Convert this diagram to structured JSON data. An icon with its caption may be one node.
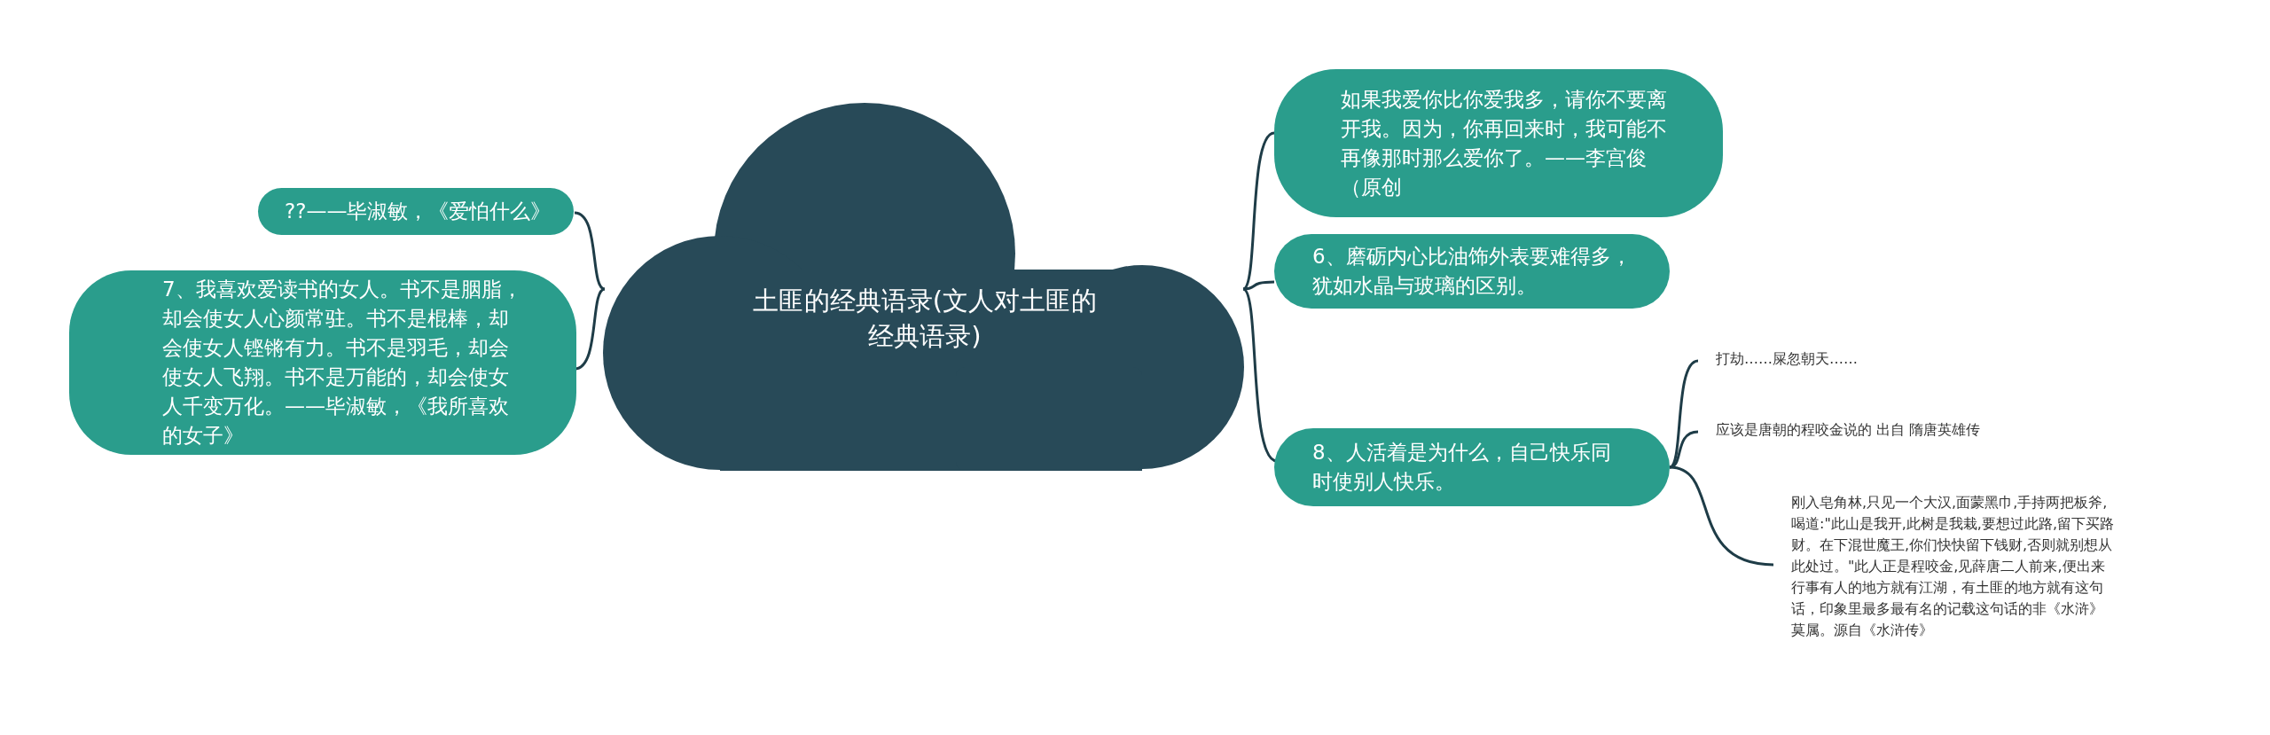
{
  "diagram": {
    "nodes": [
      {
        "text": [
          "土匪的经典语录(文人对土匪的经典语录)"
        ]
      },
      {
        "text": [
          "??——毕淑敏，《爱怕什么》"
        ]
      },
      {
        "text": [
          "7、我喜欢爱读书的女人。书不是胭脂，却会使女人心颜常驻。书不是棍棒，却会使女人铿锵有力。书不是羽毛，却会使女人飞翔。书不是万能的，却会使女人千变万化。——毕淑敏，《我所喜欢的女子》"
        ]
      },
      {
        "text": [
          "如果我爱你比你爱我多，请你不要离开我。因为，你再回来时，我可能不再像那时那么爱你了。——李宫俊（原创"
        ]
      },
      {
        "text": [
          "6、磨砺内心比油饰外表要难得多，犹如水晶与玻璃的区别。"
        ]
      },
      {
        "text": [
          "8、人活着是为什么，自己快乐同时使别人快乐。"
        ]
      },
      {
        "text": [
          "打劫……屎忽朝天……"
        ]
      },
      {
        "text": [
          "应该是唐朝的程咬金说的  出自  隋唐英雄传"
        ]
      },
      {
        "text": [
          "刚入皂角林,只见一个大汉,面蒙黑巾,手持两把板斧,喝道:\"此山是我开,此树是我栽,要想过此路,留下买路财。在下混世魔王,你们快快留下钱财,否则就别想从此处过。\"此人正是程咬金,见薛唐二人前来,便出来行事有人的地方就有江湖，有土匪的地方就有这句话，印象里最多最有名的记载这句话的非《水浒》莫属。源自《水浒传》"
        ]
      }
    ],
    "edges": [
      {
        "from": 0,
        "to": 1,
        "arrow": "none"
      },
      {
        "from": 0,
        "to": 2,
        "arrow": "none"
      },
      {
        "from": 0,
        "to": 3,
        "arrow": "none"
      },
      {
        "from": 0,
        "to": 4,
        "arrow": "none"
      },
      {
        "from": 0,
        "to": 5,
        "arrow": "none"
      },
      {
        "from": 5,
        "to": 6,
        "arrow": "none"
      },
      {
        "from": 5,
        "to": 7,
        "arrow": "none"
      },
      {
        "from": 5,
        "to": 8,
        "arrow": "none"
      }
    ]
  }
}
